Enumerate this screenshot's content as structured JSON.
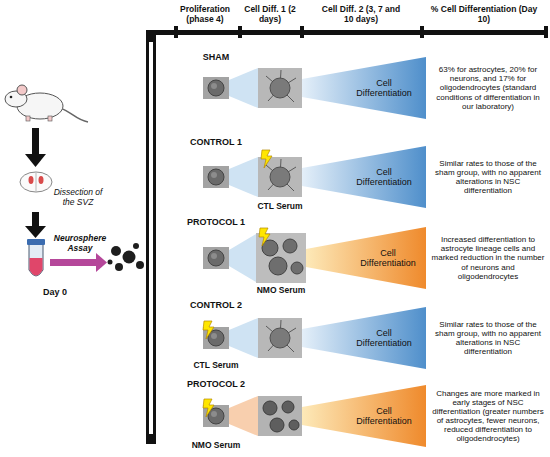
{
  "diagram": {
    "nodes": [
      {
        "text": [
          "Cell Differentiation"
        ]
      },
      {
        "text": [
          "Cell Differentiation"
        ]
      },
      {
        "text": [
          "Cell Differentiation"
        ]
      },
      {
        "text": [
          "Cell Differentiation"
        ]
      },
      {
        "text": [
          "Cell Differentiation"
        ]
      }
    ],
    "labels": [
      "Proliferation (phase 4)",
      "Cell Diff. 1 (2 days)",
      "Cell Diff. 2 (3, 7 and 10 days)",
      "% Cell Differentiation (Day 10)",
      "Dissection of the SVZ",
      "Neurosphere Assay",
      "Day 0",
      "SHAM",
      "CONTROL 1",
      "CTL Serum",
      "PROTOCOL 1",
      "NMO Serum",
      "CONTROL 2",
      "CTL Serum",
      "PROTOCOL 2",
      "NMO Serum",
      "63% for astrocytes, 20% for neurons, and 17% for oligodendrocytes (standard conditions of differentiation in our laboratory)",
      "Similar rates to those of the sham group, with no apparent alterations in NSC differentiation",
      "Increased differentiation to astrocyte lineage cells and marked reduction in the number of neurons and oligodendrocytes",
      "Similar rates to those of the sham group, with no apparent alterations in NSC differentiation",
      "Changes are more marked in early stages of NSC differentiation (greater numbers of astrocytes, fewer neurons, reduced differentiation to oligodendrocytes)"
    ]
  }
}
